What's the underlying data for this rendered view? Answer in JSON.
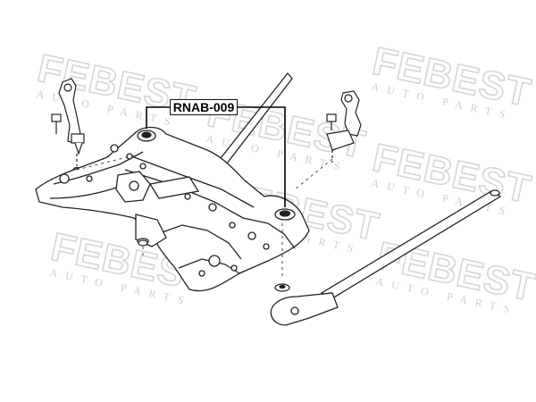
{
  "callout": {
    "part_number": "RNAB-009"
  },
  "watermark": {
    "brand": "FEBEST",
    "tagline": "AUTO PARTS"
  }
}
